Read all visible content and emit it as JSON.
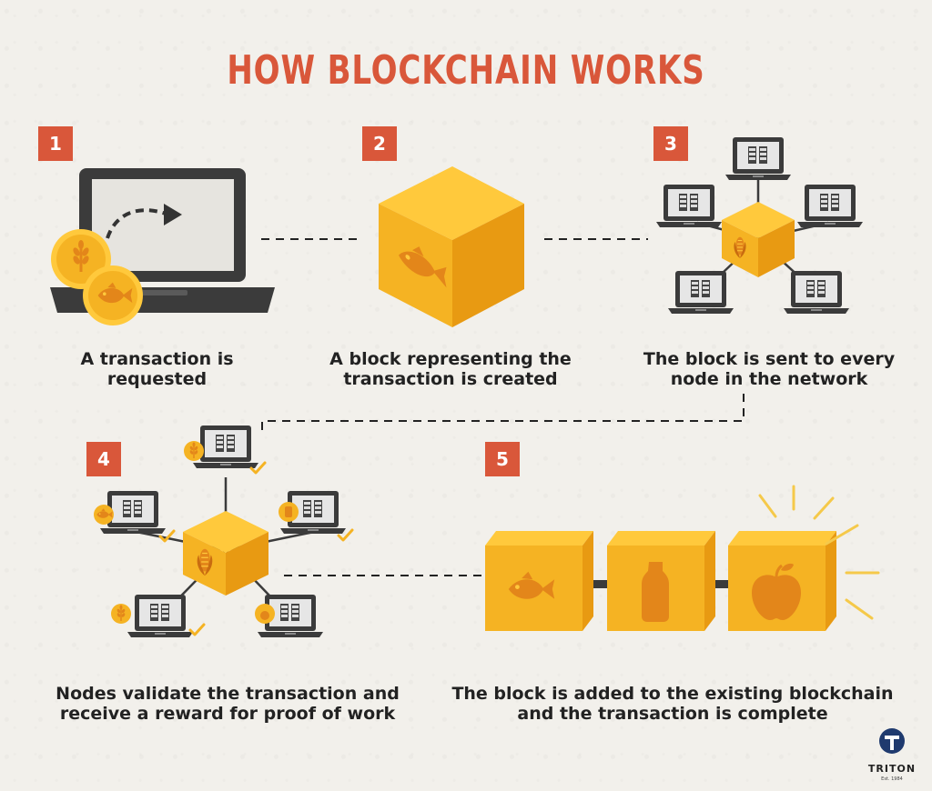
{
  "title": "HOW BLOCKCHAIN WORKS",
  "steps": [
    {
      "number": "1",
      "caption_line1": "A transaction is",
      "caption_line2": "requested"
    },
    {
      "number": "2",
      "caption_line1": "A block representing the",
      "caption_line2": "transaction is created"
    },
    {
      "number": "3",
      "caption_line1": "The block is sent to every",
      "caption_line2": "node in the network"
    },
    {
      "number": "4",
      "caption_line1": "Nodes validate the transaction and",
      "caption_line2": "receive a reward for proof of work"
    },
    {
      "number": "5",
      "caption_line1": "The block is added to the existing blockchain",
      "caption_line2": "and the transaction is complete"
    }
  ],
  "logo": {
    "name": "TRITON",
    "tagline": "Est. 1984"
  },
  "colors": {
    "accent": "#d9573a",
    "block": "#f5b323",
    "block_dark": "#e89a12",
    "block_light": "#ffc93c",
    "laptop": "#3b3b3b"
  },
  "icons": [
    "laptop-icon",
    "wheat-icon",
    "fish-icon",
    "corn-icon",
    "milk-bottle-icon",
    "apple-icon",
    "checkmark-icon",
    "server-icon"
  ]
}
